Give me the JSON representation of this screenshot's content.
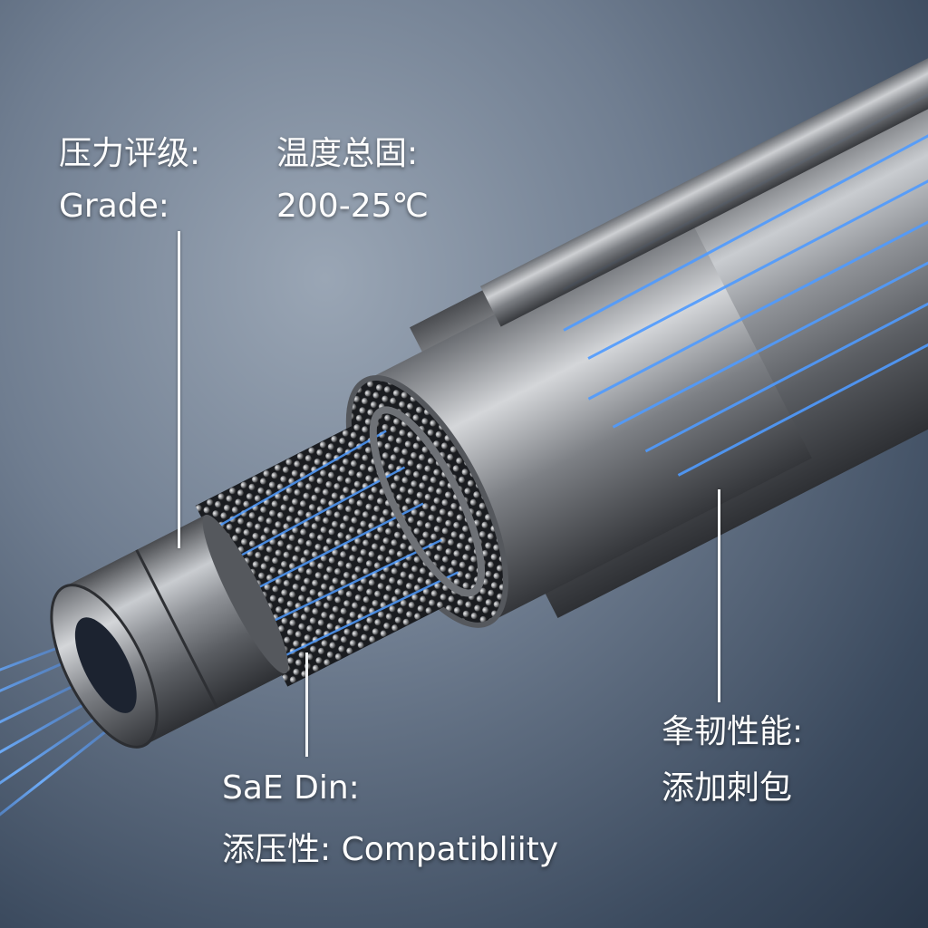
{
  "labels": {
    "pressure_title": "压力评级:",
    "pressure_value": "Grade:",
    "temperature_title": "温度总固:",
    "temperature_value": "200-25℃",
    "standard_title": "SaE Din:",
    "compatibility": "添压性: Compatibliity",
    "toughness_title": "夆韧性能:",
    "additive_value": "添加刺包"
  },
  "colors": {
    "streak": "#3d8bff",
    "metal_light": "#c9ccd0",
    "metal_dark": "#3b3d41"
  }
}
